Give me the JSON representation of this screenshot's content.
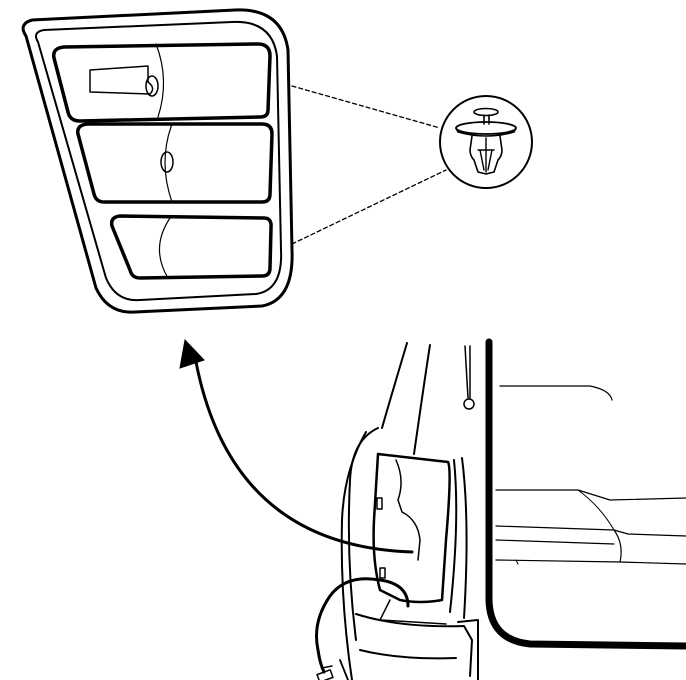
{
  "diagram": {
    "kind": "line-art",
    "colors": {
      "line": "#000000",
      "background": "#ffffff"
    },
    "parts": [
      {
        "id": "tail-lamp-assembly"
      },
      {
        "id": "push-pin-retainer-detail"
      },
      {
        "id": "removal-arrow"
      },
      {
        "id": "vehicle-rear-quarter"
      },
      {
        "id": "lamp-wiring-connector"
      }
    ]
  }
}
